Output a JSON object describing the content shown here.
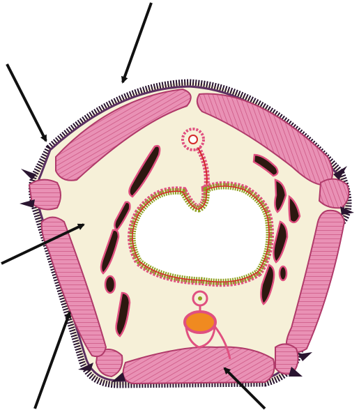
{
  "diagram": {
    "colors": {
      "background": "#ffffff",
      "cuticle": "#2a1530",
      "cuticle_inner": "#5c2f62",
      "muscle_fill": "#e991b5",
      "muscle_stripe": "#c9507f",
      "muscle_edge": "#b03a6a",
      "body_cavity": "#f6f0d8",
      "gut_outer": "#e05080",
      "gut_wall": "#8fa020",
      "gut_red": "#d42a2a",
      "gonad_dark": "#2c1810",
      "nerve_orange": "#f08a20",
      "arrow": "#111111"
    },
    "structures": [
      {
        "name": "muscle-block"
      },
      {
        "name": "cuticle"
      },
      {
        "name": "body-cavity"
      },
      {
        "name": "intestine"
      },
      {
        "name": "pharynx-tube"
      },
      {
        "name": "gonad-tubules"
      },
      {
        "name": "ventral-nerve-cord"
      }
    ],
    "arrows": [
      {
        "name": "arrow-top"
      },
      {
        "name": "arrow-upper-left"
      },
      {
        "name": "arrow-left-middle"
      },
      {
        "name": "arrow-lower-left"
      },
      {
        "name": "arrow-bottom-right"
      }
    ]
  }
}
